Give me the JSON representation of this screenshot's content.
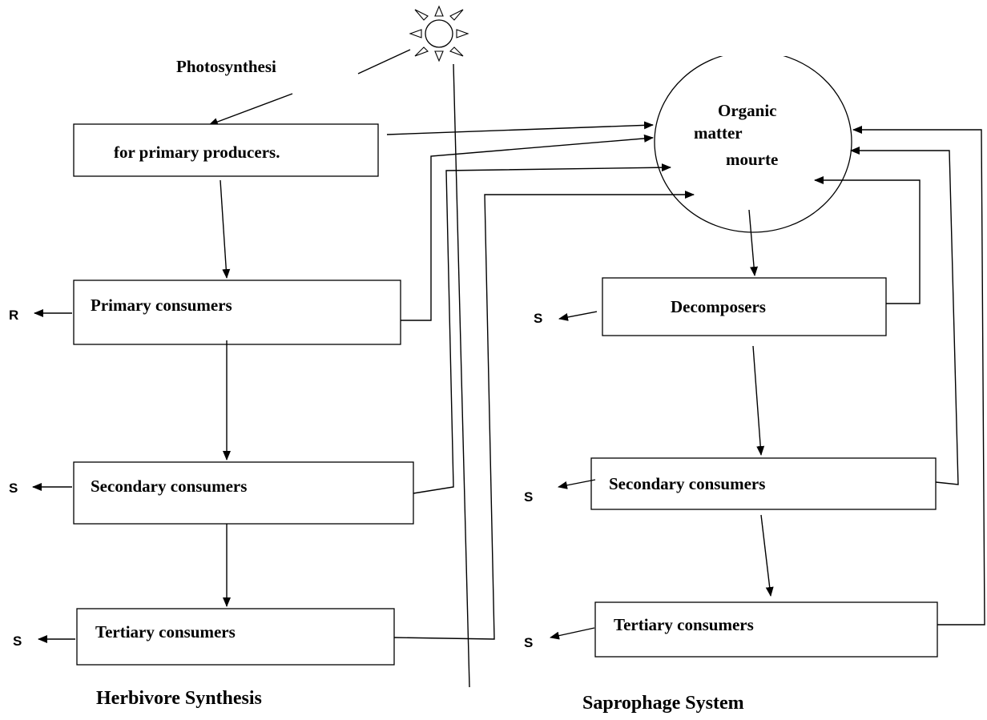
{
  "labels": {
    "photosynthesis": "Photosynthesi",
    "organic_line1": "Organic",
    "organic_line2": "matter",
    "organic_line3": "mourte",
    "herbivore_system_title": "Herbivore Synthesis",
    "saprophage_system_title": "Saprophage System"
  },
  "herbivore_chain": {
    "producers": "for primary producers.",
    "primary": "Primary consumers",
    "secondary": "Secondary consumers",
    "tertiary": "Tertiary consumers"
  },
  "saprophage_chain": {
    "decomposers": "Decomposers",
    "secondary": "Secondary consumers",
    "tertiary": "Tertiary consumers"
  },
  "side_labels": {
    "herb_primary": "R",
    "herb_secondary": "S",
    "herb_tertiary": "S",
    "sap_decomposers": "S",
    "sap_secondary": "S",
    "sap_tertiary": "S"
  },
  "icons": {
    "sun": "sun-icon"
  }
}
